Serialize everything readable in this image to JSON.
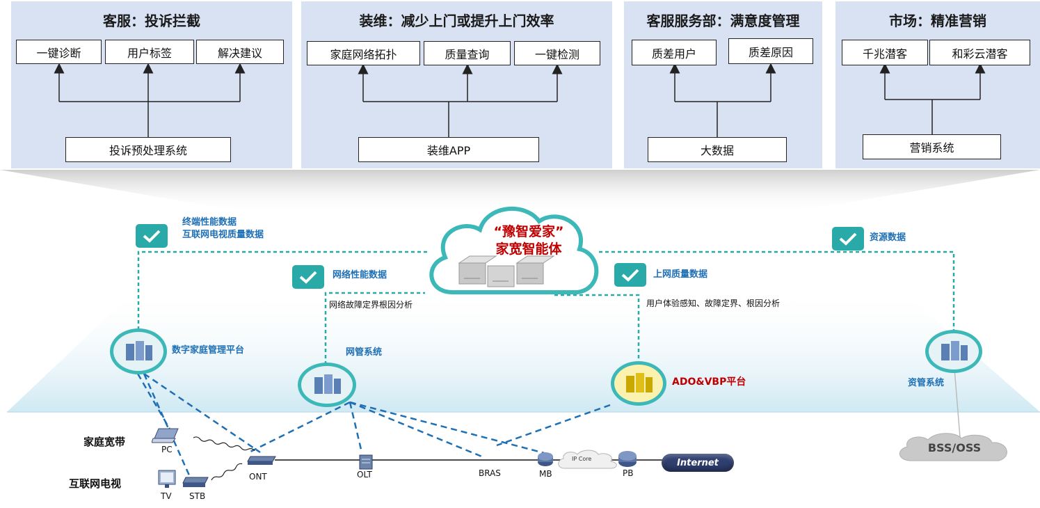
{
  "panels": [
    {
      "title": "客服：投诉拦截",
      "top_boxes": [
        "一键诊断",
        "用户标签",
        "解决建议"
      ],
      "bottom_box": "投诉预处理系统"
    },
    {
      "title": "装维：减少上门或提升上门效率",
      "top_boxes": [
        "家庭网络拓扑",
        "质量查询",
        "一键检测"
      ],
      "bottom_box": "装维APP"
    },
    {
      "title": "客服服务部：满意度管理",
      "top_boxes": [
        "质差用户",
        "质差原因"
      ],
      "bottom_box": "大数据"
    },
    {
      "title": "市场：精准营销",
      "top_boxes": [
        "千兆潜客",
        "和彩云潜客"
      ],
      "bottom_box": "营销系统"
    }
  ],
  "cloud": {
    "line1": "“豫智爱家”",
    "line2": "家宽智能体"
  },
  "data_labels": {
    "terminal_1": "终端性能数据",
    "terminal_2": "互联网电视质量数据",
    "network_perf": "网络性能数据",
    "network_analysis": "网络故障定界根因分析",
    "internet_quality": "上网质量数据",
    "user_analysis": "用户体验感知、故障定界、根因分析",
    "resource": "资源数据"
  },
  "platforms": {
    "digital_home": "数字家庭管理平台",
    "nms": "网管系统",
    "ado": "ADO&VBP平台",
    "resource_mgmt": "资管系统"
  },
  "side_labels": {
    "broadband": "家庭宽带",
    "iptv": "互联网电视"
  },
  "devices": {
    "pc": "PC",
    "tv": "TV",
    "stb": "STB",
    "ont": "ONT",
    "olt": "OLT",
    "bras": "BRAS",
    "mb": "MB",
    "ip_core": "IP Core",
    "pb": "PB",
    "internet": "Internet",
    "bss_oss": "BSS/OSS"
  },
  "colors": {
    "panel_bg": "#d9e2f3",
    "teal": "#3db8b8",
    "check_bg": "#2aa9a9",
    "dash_blue": "#1f6fb5",
    "red": "#c00000",
    "yellow_node": "#fbf2b0",
    "internet_bg": "#2f3f6f"
  }
}
